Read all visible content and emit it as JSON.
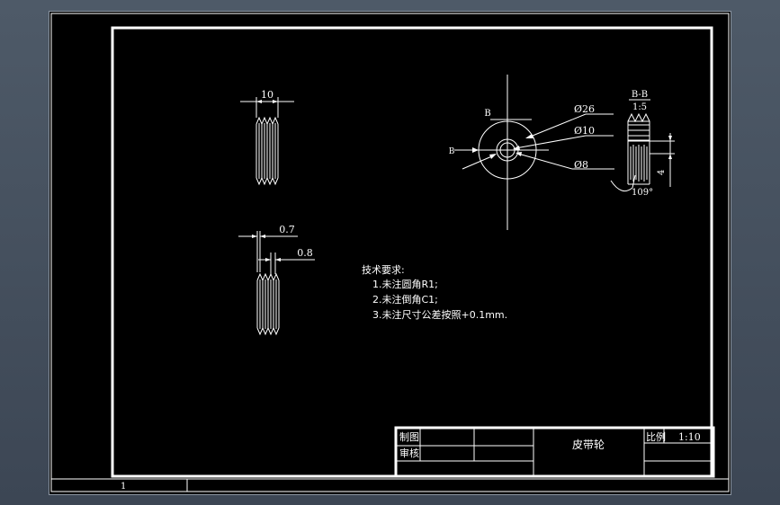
{
  "drawing": {
    "sheet_number": "1",
    "views": {
      "front": {
        "width_dim": "10"
      },
      "lower": {
        "dim_a": "0.7",
        "dim_b": "0.8"
      },
      "side": {
        "section_marker": "B",
        "label_b_left": "B",
        "dia_outer": "Ø26",
        "dia_mid": "Ø10",
        "dia_inner": "Ø8"
      },
      "section": {
        "title": "B-B",
        "scale": "1:5",
        "angle": "109°",
        "depth": "4"
      }
    },
    "notes": {
      "heading": "技术要求:",
      "items": [
        "1.未注圆角R1;",
        "2.未注倒角C1;",
        "3.未注尺寸公差按照+0.1mm."
      ]
    },
    "title_block": {
      "drawn_label": "制图",
      "checked_label": "审核",
      "part_name": "皮带轮",
      "scale_label": "比例",
      "scale_value": "1:10"
    }
  },
  "colors": {
    "background": "#000000",
    "line": "#ffffff",
    "viewport_border": "#8d97a3",
    "outer_backdrop": "#4a5563"
  }
}
